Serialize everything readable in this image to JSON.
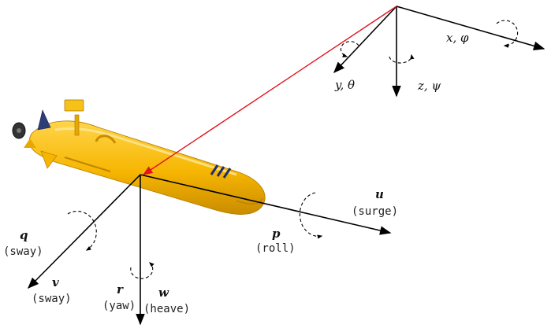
{
  "diagram": {
    "earth_frame": {
      "x_axis_label": "x,  φ",
      "y_axis_label": "y,  θ",
      "z_axis_label": "z,  ψ"
    },
    "body_frame": {
      "u": {
        "symbol": "u",
        "name": "(surge)"
      },
      "p": {
        "symbol": "p",
        "name": "(roll)"
      },
      "q": {
        "symbol": "q",
        "name": "(sway)"
      },
      "v": {
        "symbol": "v",
        "name": "(sway)"
      },
      "r": {
        "symbol": "r",
        "name": "(yaw)"
      },
      "w": {
        "symbol": "w",
        "name": "(heave)"
      }
    },
    "colors": {
      "axis": "#000000",
      "position_vector": "#e0141e",
      "vehicle_body": "#f5b800",
      "vehicle_shadow": "#c98c00"
    }
  }
}
